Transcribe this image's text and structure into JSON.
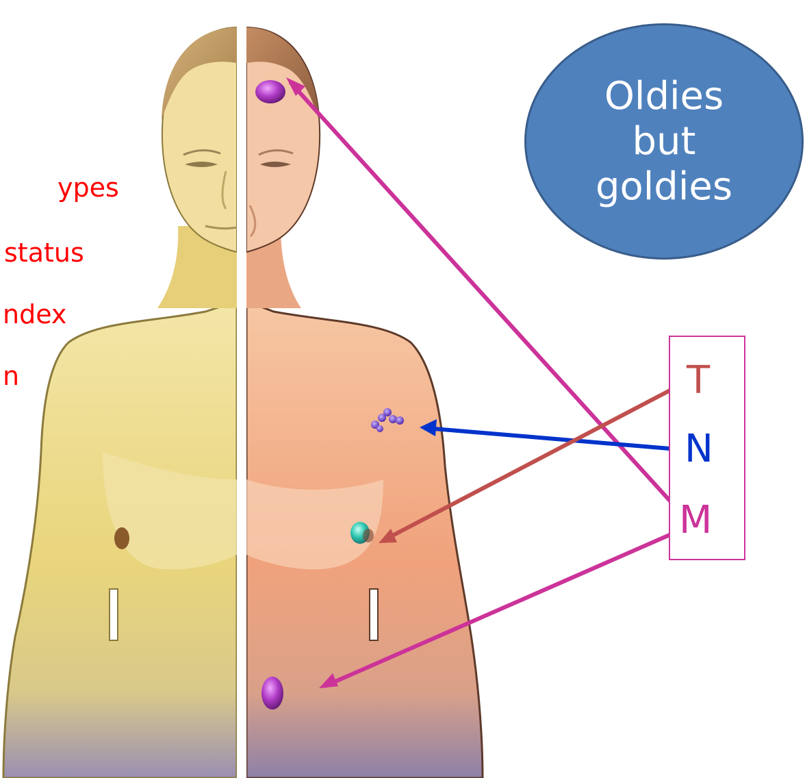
{
  "left_list": [
    {
      "id": "l1",
      "text": "ypes"
    },
    {
      "id": "l2",
      "text": "status"
    },
    {
      "id": "l3",
      "text": "ndex"
    },
    {
      "id": "l4",
      "text": "n"
    }
  ],
  "bubble": {
    "lines": [
      "Oldies",
      "but",
      "goldies"
    ],
    "fill": "#4f81bd",
    "stroke": "#385d8a"
  },
  "tnm": {
    "t": {
      "label": "T",
      "color": "#c0504d"
    },
    "n": {
      "label": "N",
      "color": "#0033cc"
    },
    "m": {
      "label": "M",
      "color": "#cc3399"
    }
  },
  "colors": {
    "healthy_body": "#ecd98a",
    "diseased_body": "#f0a27c",
    "text_red": "#ff0000"
  }
}
